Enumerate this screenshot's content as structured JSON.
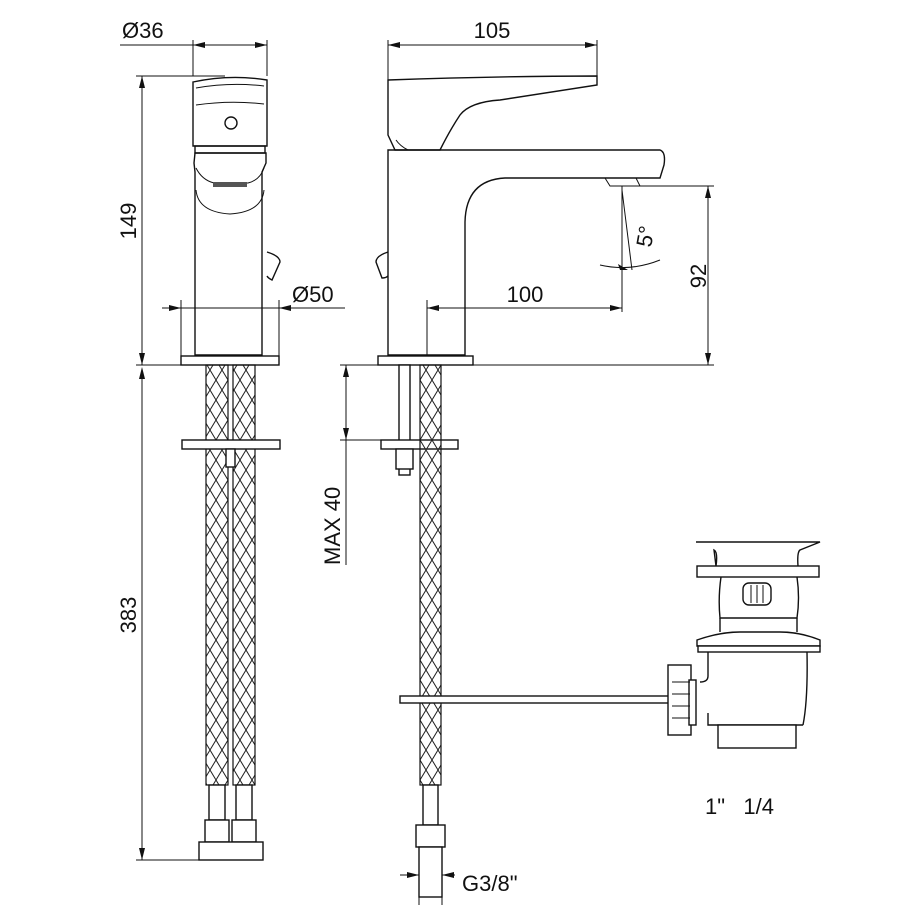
{
  "title": "Basin mixer technical drawing",
  "dimensions": {
    "body_diameter": "Ø36",
    "base_diameter": "Ø50",
    "total_height": "149",
    "hose_length": "383",
    "handle_length": "105",
    "spout_reach": "100",
    "spout_height": "92",
    "spout_angle": "5°",
    "max_deck_thickness": "MAX  40",
    "hose_connection": "G3/8\"",
    "waste_size": "1\"   1/4"
  }
}
